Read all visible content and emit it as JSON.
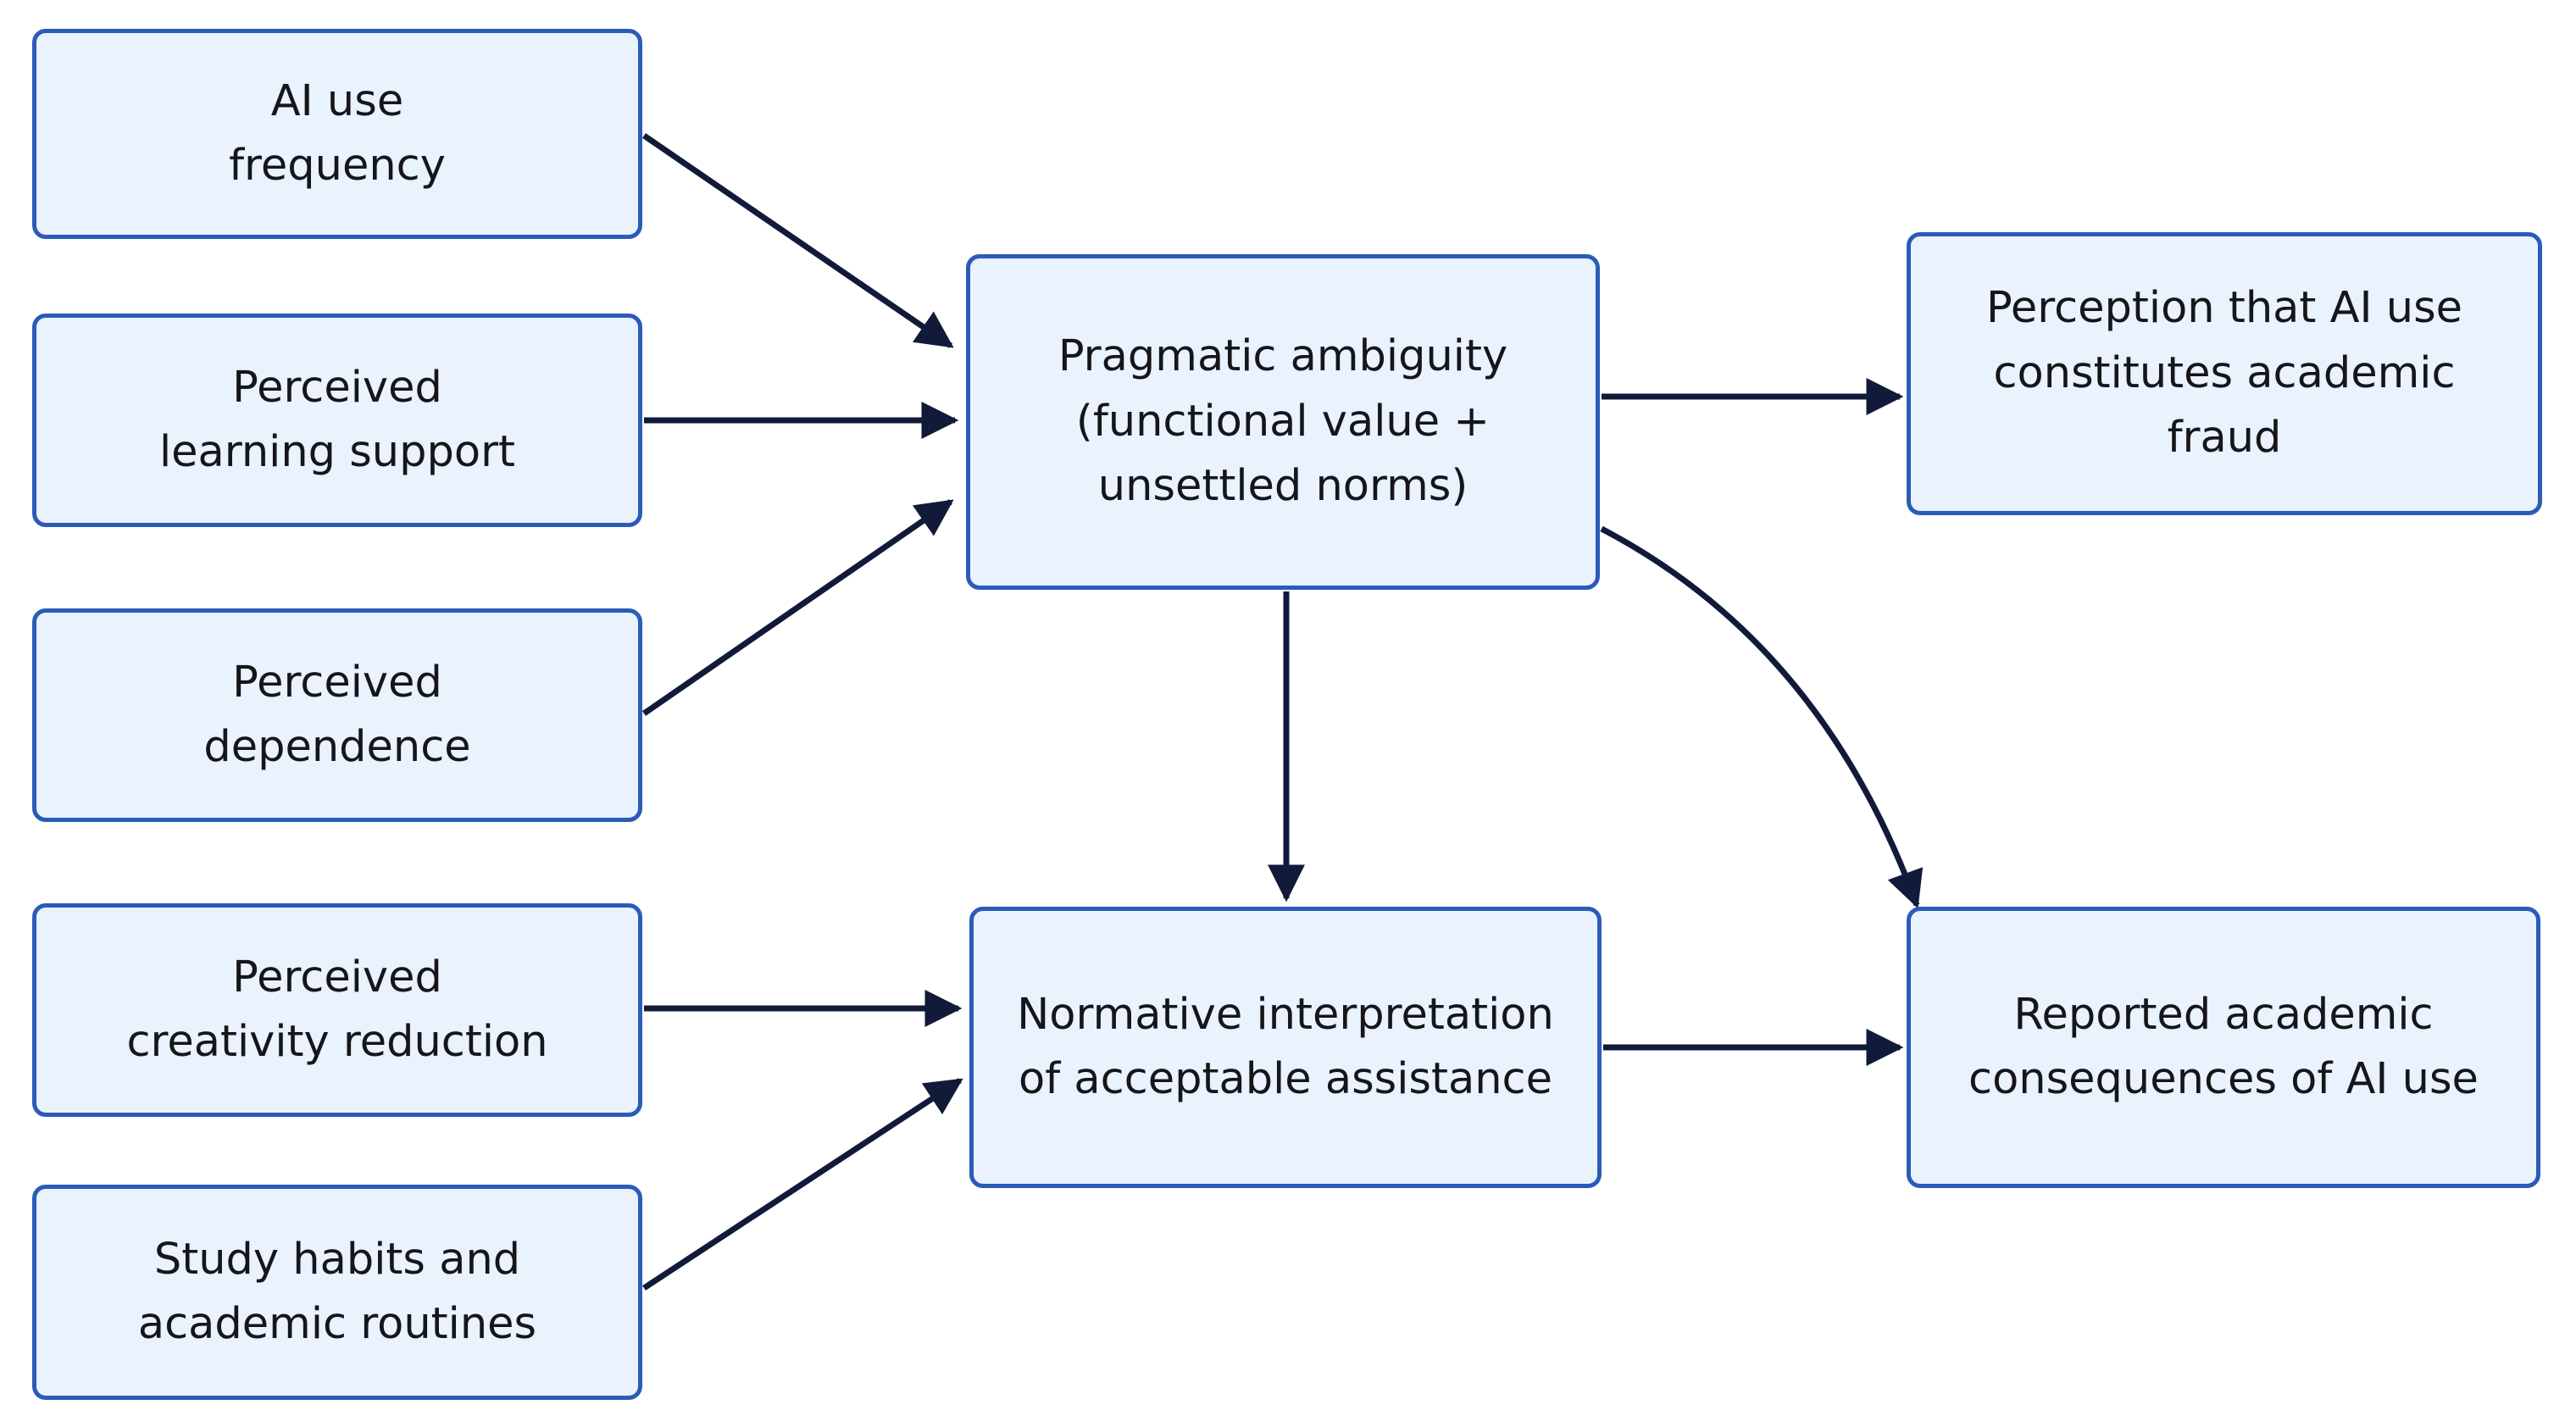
{
  "colors": {
    "node_fill": "#e9f2fd",
    "node_border": "#2b5bb8",
    "arrow": "#121a3a",
    "text": "#15151a"
  },
  "nodes": {
    "ai_use_frequency": "AI use\nfrequency",
    "perceived_learning_support": "Perceived\nlearning support",
    "perceived_dependence": "Perceived\ndependence",
    "perceived_creativity_reduction": "Perceived\ncreativity reduction",
    "study_habits": "Study habits and\nacademic routines",
    "pragmatic_ambiguity": "Pragmatic ambiguity\n(functional value +\nunsettled norms)",
    "normative_interpretation": "Normative interpretation\nof acceptable assistance",
    "perception_fraud": "Perception that AI use\nconstitutes academic fraud",
    "reported_consequences": "Reported academic\nconsequences of AI use"
  },
  "edges": [
    {
      "from": "ai_use_frequency",
      "to": "pragmatic_ambiguity"
    },
    {
      "from": "perceived_learning_support",
      "to": "pragmatic_ambiguity"
    },
    {
      "from": "perceived_dependence",
      "to": "pragmatic_ambiguity"
    },
    {
      "from": "perceived_creativity_reduction",
      "to": "normative_interpretation"
    },
    {
      "from": "study_habits",
      "to": "normative_interpretation"
    },
    {
      "from": "pragmatic_ambiguity",
      "to": "perception_fraud"
    },
    {
      "from": "pragmatic_ambiguity",
      "to": "normative_interpretation"
    },
    {
      "from": "pragmatic_ambiguity",
      "to": "reported_consequences"
    },
    {
      "from": "normative_interpretation",
      "to": "reported_consequences"
    }
  ]
}
